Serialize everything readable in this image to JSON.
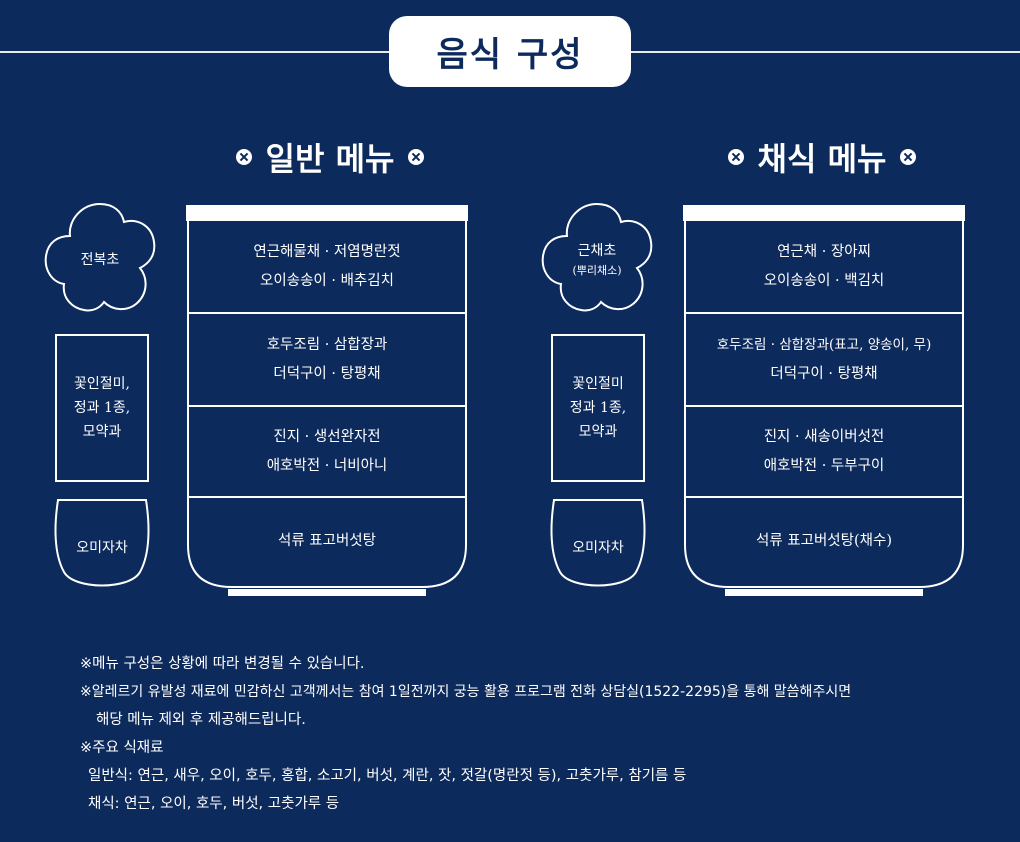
{
  "header": {
    "title": "음식 구성"
  },
  "general": {
    "title": "일반 메뉴",
    "side": {
      "top": "전복초",
      "middle": [
        "꽃인절미,",
        "정과 1종,",
        "모약과"
      ],
      "bottom": "오미자차"
    },
    "sections": [
      [
        "연근해물채 · 저염명란젓",
        "오이송송이 · 배추김치"
      ],
      [
        "호두조림 · 삼합장과",
        "더덕구이 · 탕평채"
      ],
      [
        "진지 · 생선완자전",
        "애호박전 · 너비아니"
      ],
      [
        "석류 표고버섯탕"
      ]
    ]
  },
  "vegan": {
    "title": "채식 메뉴",
    "side": {
      "top": "근채초",
      "top_sub": "(뿌리채소)",
      "middle": [
        "꽃인절미",
        "정과 1종,",
        "모약과"
      ],
      "bottom": "오미자차"
    },
    "sections": [
      [
        "연근채 · 장아찌",
        "오이송송이 · 백김치"
      ],
      [
        "호두조림 · 삼합장과(표고, 양송이, 무)",
        "더덕구이 · 탕평채"
      ],
      [
        "진지 · 새송이버섯전",
        "애호박전 · 두부구이"
      ],
      [
        "석류 표고버섯탕(채수)"
      ]
    ]
  },
  "notes": {
    "line1": "※메뉴 구성은 상황에 따라 변경될 수 있습니다.",
    "line2": "※알레르기 유발성 재료에 민감하신 고객께서는 참여 1일전까지 궁능 활용 프로그램 전화 상담실(1522-2295)을 통해 말씀해주시면",
    "line3": "해당 메뉴 제외 후 제공해드립니다.",
    "line4": "※주요 식재료",
    "line5": "일반식: 연근, 새우, 오이, 호두, 홍합, 소고기, 버섯, 계란, 잣, 젓갈(명란젓 등), 고춧가루, 참기름 등",
    "line6": "채식: 연근, 오이, 호두, 버섯, 고춧가루 등"
  },
  "colors": {
    "background": "#0d2a5c",
    "foreground": "#ffffff"
  }
}
